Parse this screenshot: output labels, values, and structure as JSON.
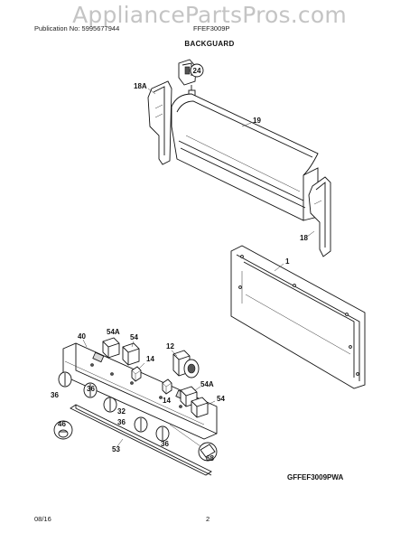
{
  "watermark": "AppliancePartsPros.com",
  "header": {
    "publication": "Publication No: 5995677944",
    "model": "FFEF3009P"
  },
  "section_title": "BACKGUARD",
  "callouts": {
    "c24": "24",
    "c18a": "18A",
    "c19": "19",
    "c18": "18",
    "c1": "1",
    "c40": "40",
    "c54a_top": "54A",
    "c54_top": "54",
    "c12": "12",
    "c14_top": "14",
    "c14_mid": "14",
    "c54a_right": "54A",
    "c54_right": "54",
    "c36_a": "36",
    "c36_b": "36",
    "c32": "32",
    "c36_c": "36",
    "c36_d": "36",
    "c46": "46",
    "c53": "53",
    "c68": "68"
  },
  "diagram_code": "GFFEF3009PWA",
  "footer": {
    "date": "08/16",
    "page": "2"
  }
}
